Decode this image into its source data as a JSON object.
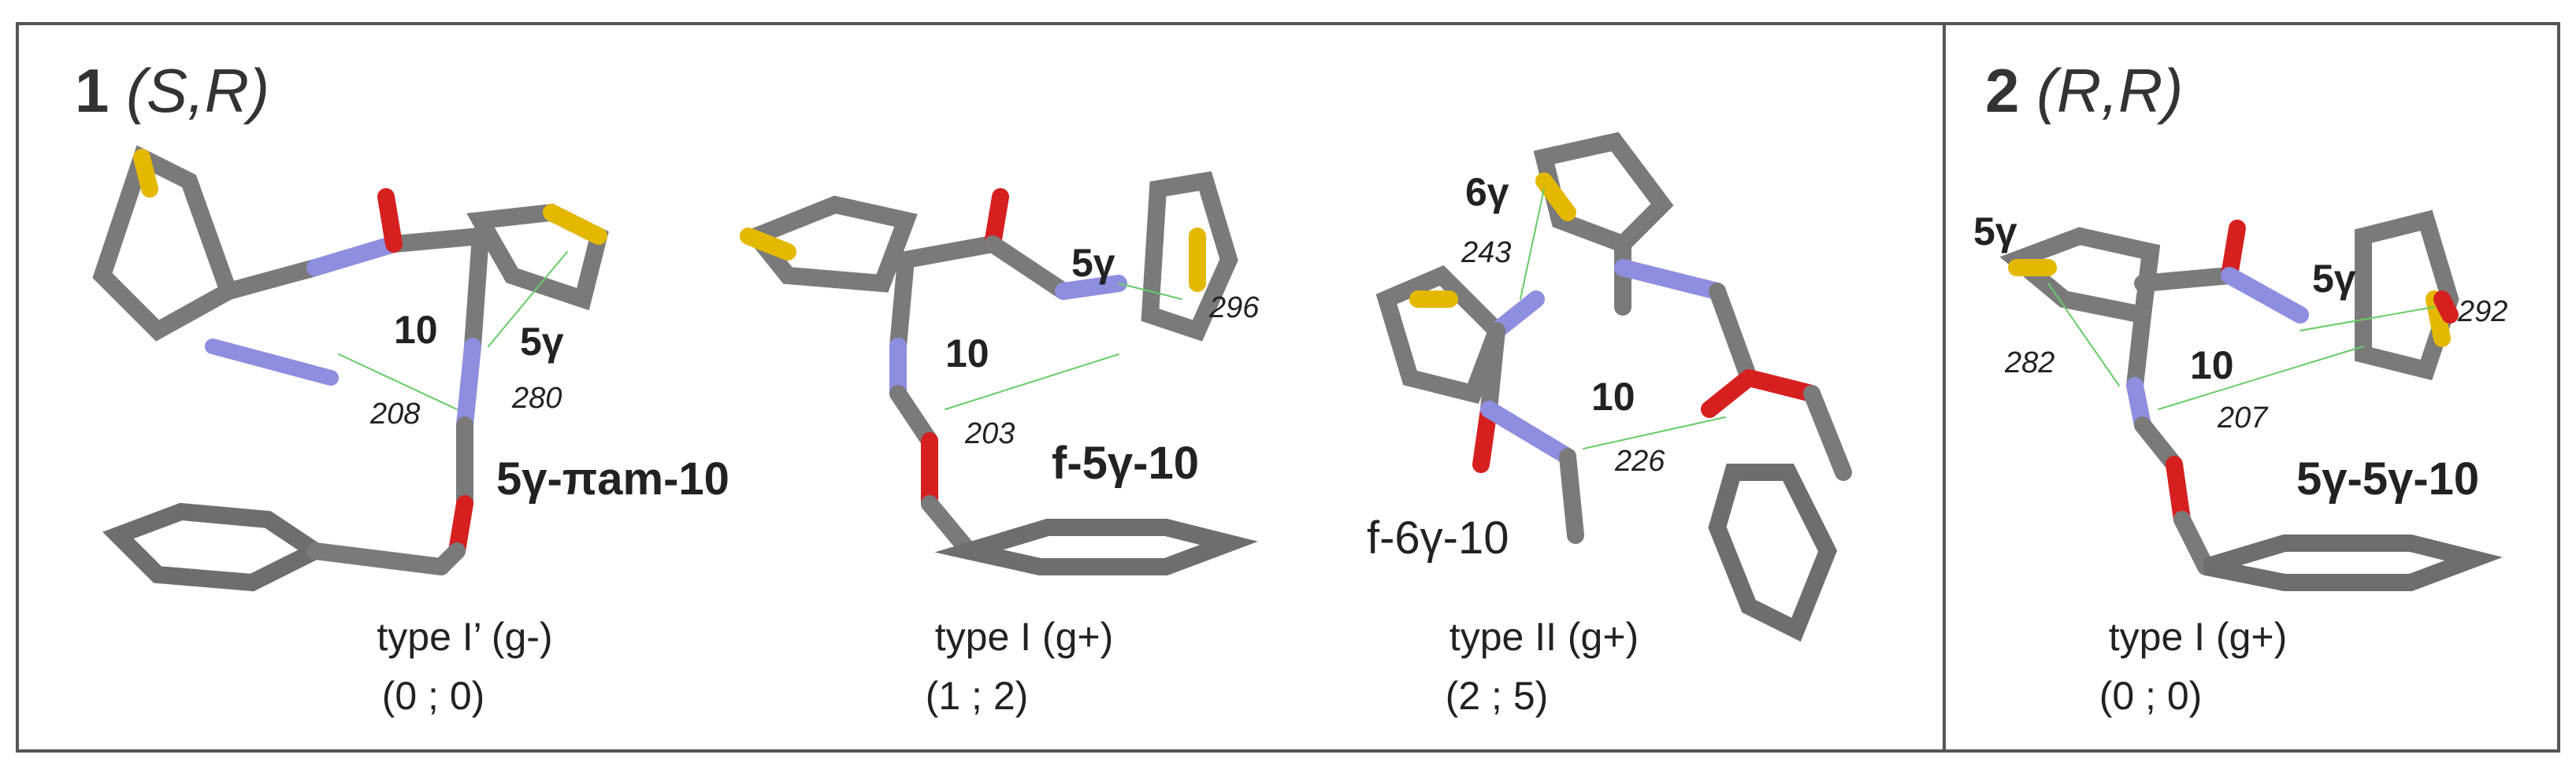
{
  "panels": [
    {
      "compound": "1",
      "config": "(S,R)",
      "conformers": [
        {
          "turn_type": "type I’ (g-)",
          "energies": "(0 ; 0)",
          "motif": "5γ-πam-10",
          "hbonds": [
            {
              "ring": "10",
              "distance": "208"
            },
            {
              "ring": "5γ",
              "distance": "280"
            }
          ]
        },
        {
          "turn_type": "type I (g+)",
          "energies": "(1 ; 2)",
          "motif": "f-5γ-10",
          "hbonds": [
            {
              "ring": "10",
              "distance": "203"
            },
            {
              "ring": "5γ",
              "distance": "296"
            }
          ]
        },
        {
          "turn_type": "type II (g+)",
          "energies": "(2 ; 5)",
          "motif": "f-6γ-10",
          "hbonds": [
            {
              "ring": "6γ",
              "distance": "243"
            },
            {
              "ring": "10",
              "distance": "226"
            }
          ]
        }
      ]
    },
    {
      "compound": "2",
      "config": "(R,R)",
      "conformers": [
        {
          "turn_type": "type I (g+)",
          "energies": "(0 ; 0)",
          "motif": "5γ-5γ-10",
          "hbonds": [
            {
              "ring": "5γ",
              "distance": "282"
            },
            {
              "ring": "10",
              "distance": "207"
            },
            {
              "ring": "5γ",
              "distance": "292"
            }
          ]
        }
      ]
    }
  ],
  "colors": {
    "carbon": "#8a8a8a",
    "nitrogen": "#8e8ee0",
    "oxygen": "#d62020",
    "sulfur": "#e5b800",
    "hydrogen": "#eeeeee",
    "hbond": "#55cc55",
    "frame": "#555555"
  }
}
